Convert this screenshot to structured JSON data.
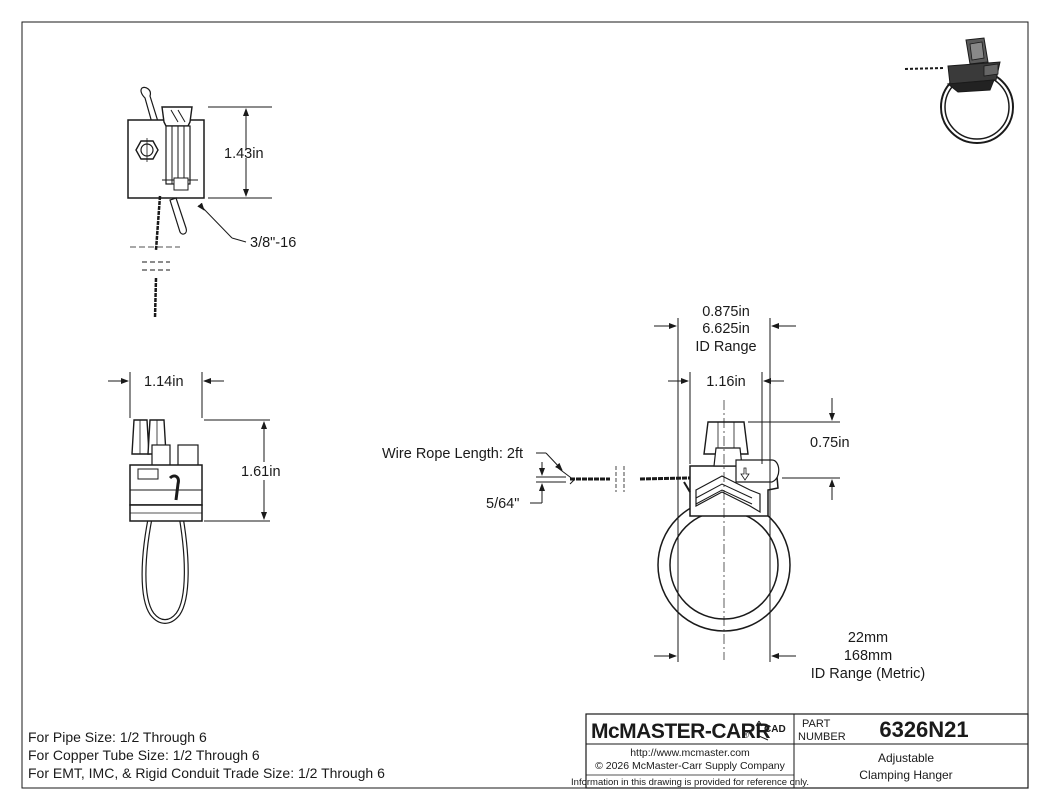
{
  "dimensions": {
    "top_height": "1.43in",
    "thread": "3/8\"-16",
    "side_width": "1.14in",
    "side_height": "1.61in",
    "id_min_in": "0.875in",
    "id_max_in": "6.625in",
    "id_range_label": "ID Range",
    "front_width": "1.16in",
    "clamp_height": "0.75in",
    "wire_length": "Wire Rope Length: 2ft",
    "wire_dia": "5/64\"",
    "id_min_mm": "22mm",
    "id_max_mm": "168mm",
    "id_range_metric_label": "ID Range (Metric)"
  },
  "notes": [
    "For Pipe Size: 1/2 Through 6",
    "For Copper Tube Size: 1/2 Through 6",
    "For EMT, IMC, & Rigid Conduit Trade Size: 1/2 Through 6"
  ],
  "title_block": {
    "brand": "McMASTER-CARR",
    "registered": "®",
    "cad_label": "CAD",
    "part_label_1": "PART",
    "part_label_2": "NUMBER",
    "part_number": "6326N21",
    "description_1": "Adjustable",
    "description_2": "Clamping Hanger",
    "url": "http://www.mcmaster.com",
    "copyright": "© 2026 McMaster-Carr Supply Company",
    "disclaimer": "Information in this drawing is provided for reference only."
  }
}
